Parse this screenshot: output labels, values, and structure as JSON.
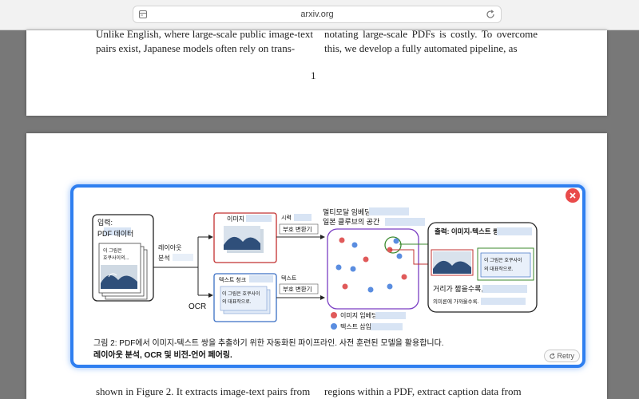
{
  "browser": {
    "url": "arxiv.org",
    "page_icon": "sidebar-icon",
    "reload_icon": "reload-icon"
  },
  "page1": {
    "left_text": "Unlike English, where large-scale public image-text pairs exist, Japanese models often rely on trans-",
    "right_text": "notating large-scale PDFs is costly. To overcome this, we develop a fully automated pipeline, as",
    "page_number": "1"
  },
  "page2": {
    "left_text": "shown in Figure 2. It extracts image-text pairs from",
    "right_text": "regions within a PDF, extract caption data from"
  },
  "overlay": {
    "accent_color": "#2f7ff0",
    "close_icon": "close-icon",
    "retry_label": "Retry",
    "caption_line1": "그림 2: PDF에서 이미지-텍스트 쌍을 추출하기 위한 자동화된 파이프라인. 사전 훈련된 모델을 활용합니다.",
    "caption_line2": "레이아웃 분석, OCR 및 비전-언어 페어링."
  },
  "diagram": {
    "input_label_1": "입력:",
    "input_label_2": "PDF 데이터",
    "doc_text_1": "이 그림은",
    "doc_text_2": "호쿠사이의...",
    "layout_label_1": "레이아웃",
    "layout_label_2": "분석",
    "ocr_label": "OCR",
    "image_label": "이미지",
    "text_chunk_label": "텍스트 청크",
    "chunk_text_1": "이 그림은 호쿠사이",
    "chunk_text_2": "의 대표작으로.",
    "vision_label_1": "시력",
    "vision_label_2": "부호 변환기",
    "text_enc_label_1": "텍스트",
    "text_enc_label_2": "부호 변환기",
    "embed_title_1": "멀티모달 임베딩",
    "embed_title_2": "일본 클루브의 공간",
    "legend_image": "이미지 임베딩",
    "legend_text": "텍스트 삽입",
    "output_label": "출력: 이미지-텍스트 쌍",
    "out_text_1": "이 그림은 호쿠사이",
    "out_text_2": "의 대표작으로.",
    "out_caption_1": "거리가 짧을수록,",
    "out_caption_2": "의미론에 가까울수록.",
    "image_color": "#e05a5a",
    "text_color": "#5a8de0"
  }
}
